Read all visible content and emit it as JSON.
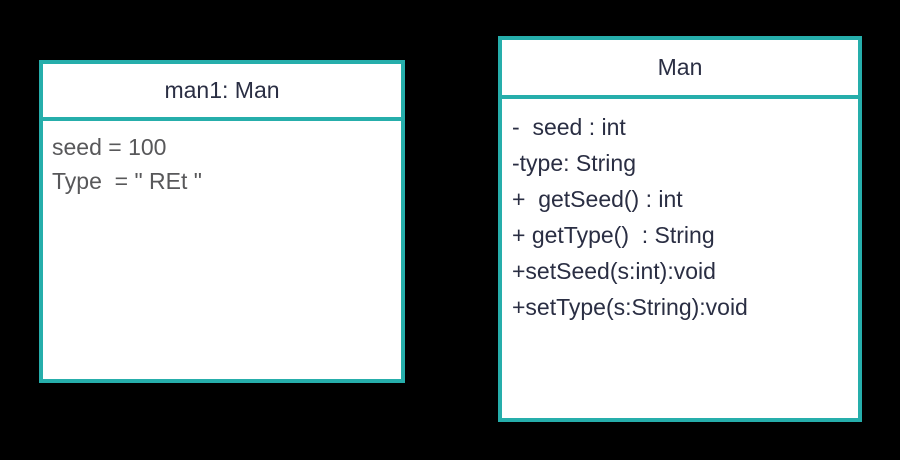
{
  "object_box": {
    "title": "man1: Man",
    "attributes": [
      "seed = 100",
      "Type  = \" REt \""
    ]
  },
  "class_box": {
    "title": "Man",
    "members": [
      "-  seed : int",
      "-type: String",
      "+  getSeed() : int",
      "+ getType()  : String",
      "+setSeed(s:int):void",
      "+setType(s:String):void"
    ]
  },
  "colors": {
    "border_teal": "#26aeab",
    "title_text": "#2a2e43",
    "object_attribute_text": "#58585a",
    "class_member_text": "#2a2e43",
    "canvas_background": "#000000",
    "box_fill": "#ffffff"
  }
}
